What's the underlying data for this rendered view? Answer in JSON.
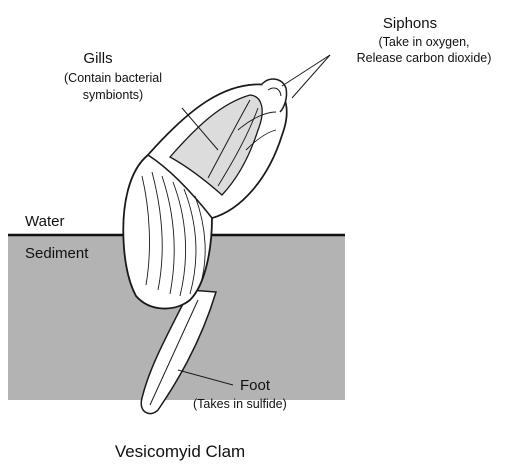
{
  "caption": "Vesicomyid Clam",
  "labels": {
    "siphons": {
      "title": "Siphons",
      "note_line1": "(Take in oxygen,",
      "note_line2": "Release carbon dioxide)"
    },
    "gills": {
      "title": "Gills",
      "note_line1": "(Contain bacterial",
      "note_line2": "symbionts)"
    },
    "water": "Water",
    "sediment": "Sediment",
    "foot": {
      "title": "Foot",
      "note": "(Takes in sulfide)"
    }
  },
  "colors": {
    "sediment_fill": "#b3b3b3",
    "water_line": "#111111",
    "shell_fill": "#ffffff",
    "gill_fill": "#dcdcdc",
    "outline": "#1a1a1a",
    "text": "#111111"
  }
}
